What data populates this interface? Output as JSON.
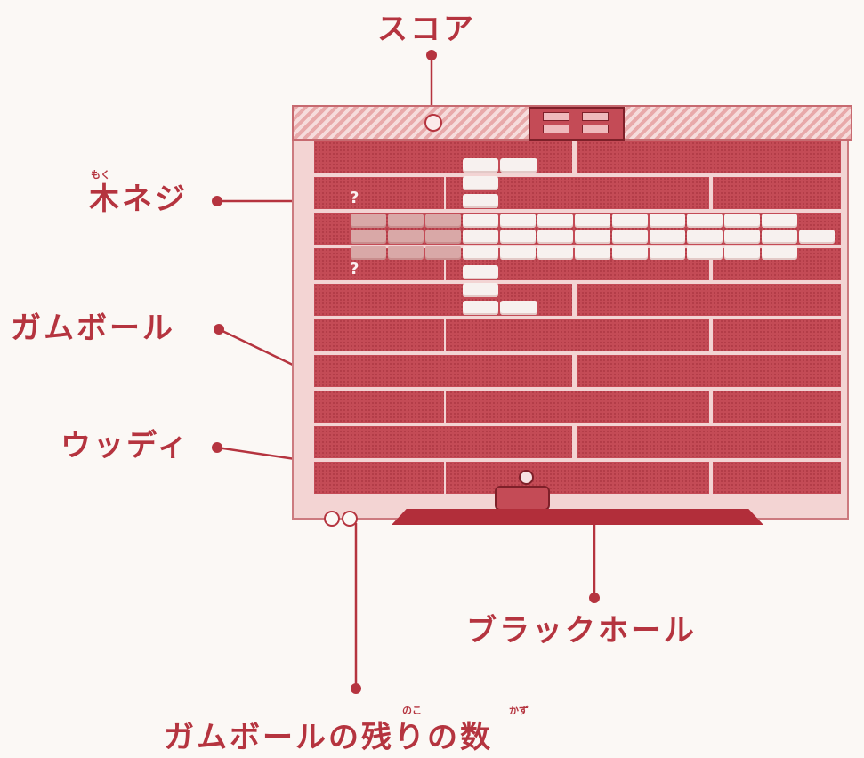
{
  "labels": {
    "score": "スコア",
    "screw": "木ネジ",
    "screw_ruby": "もく",
    "gumball": "ガムボール",
    "woody": "ウッディ",
    "black_hole": "ブラックホール",
    "remaining": "ガムボールの残りの数",
    "remaining_ruby_1": "のこ",
    "remaining_ruby_2": "かず"
  },
  "colors": {
    "ink": "#b5343f",
    "panel": "#c44b56",
    "brick": "#f7f1ef",
    "background": "#fbf8f5"
  },
  "board": {
    "question_mark": "?",
    "remaining_balls": 2
  }
}
